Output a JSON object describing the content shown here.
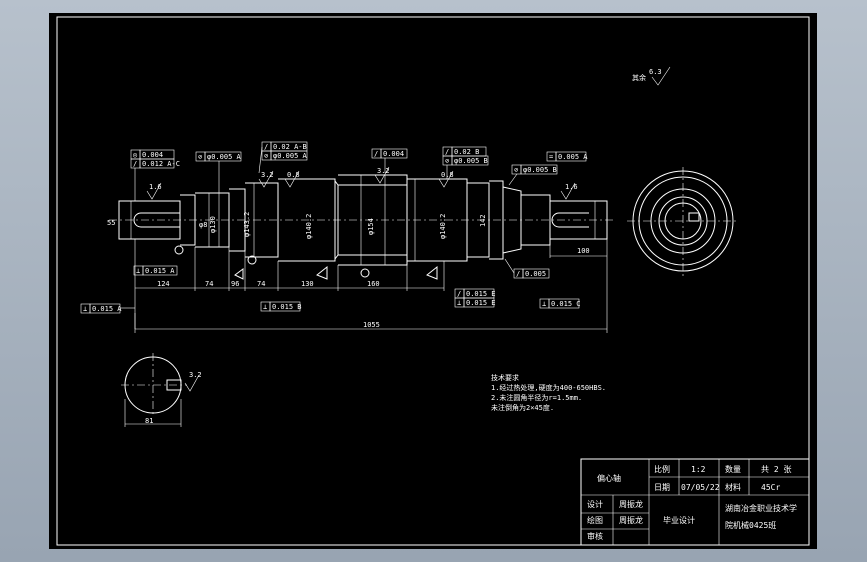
{
  "surface_finish": {
    "label": "其余",
    "value": "6.3"
  },
  "shaft": {
    "diameters": [
      "55",
      "φ8",
      "φ130",
      "φ143.2",
      "φ140.2",
      "φ154",
      "φ140.2",
      "142"
    ],
    "finish_marks": [
      "1.6",
      "3.2",
      "0.8",
      "3.2",
      "0.8",
      "1.6"
    ],
    "gdt": [
      {
        "sym": "◎",
        "text": "0.004"
      },
      {
        "sym": "/",
        "text": "0.012 A-C"
      },
      {
        "sym": "⊘",
        "text": "φ0.005 A"
      },
      {
        "sym": "/",
        "text": "0.02 A-B"
      },
      {
        "sym": "⊘",
        "text": "φ0.005 A"
      },
      {
        "sym": "/",
        "text": "0.004"
      },
      {
        "sym": "/",
        "text": "0.02 B"
      },
      {
        "sym": "⊘",
        "text": "φ0.005 B"
      },
      {
        "sym": "⊘",
        "text": "φ0.005 B"
      },
      {
        "sym": "=",
        "text": "0.005 A"
      },
      {
        "sym": "⊥",
        "text": "0.015 A"
      },
      {
        "sym": "/",
        "text": "0.005"
      },
      {
        "sym": "/",
        "text": "0.015 E"
      },
      {
        "sym": "⊥",
        "text": "0.015 E"
      },
      {
        "sym": "⊥",
        "text": "0.015 C"
      },
      {
        "sym": "⊥",
        "text": "0.015 B"
      },
      {
        "sym": "⊥",
        "text": "0.015 A"
      }
    ],
    "lengths": [
      "124",
      "74",
      "96",
      "74",
      "130",
      "160",
      "100"
    ],
    "total_length": "1055",
    "section_width": "81",
    "section_finish": "3.2"
  },
  "notes": {
    "title": "技术要求",
    "lines": [
      "1.经过热处理,硬度为400-650HBS.",
      "2.未注圆角半径为r=1.5mm.",
      "  未注倒角为2×45度."
    ]
  },
  "title_block": {
    "part_name": "偏心轴",
    "scale_label": "比例",
    "scale_value": "1:2",
    "qty_label": "数量",
    "qty_value": "共 2 张",
    "date_label": "日期",
    "date_value": "07/05/22",
    "material_label": "材料",
    "material_value": "45Cr",
    "design_label": "设计",
    "design_value": "周振龙",
    "draw_label": "绘图",
    "draw_value": "周振龙",
    "check_label": "审核",
    "project": "毕业设计",
    "school": "湖南冶金职业技术学",
    "class": "院机械0425班"
  }
}
